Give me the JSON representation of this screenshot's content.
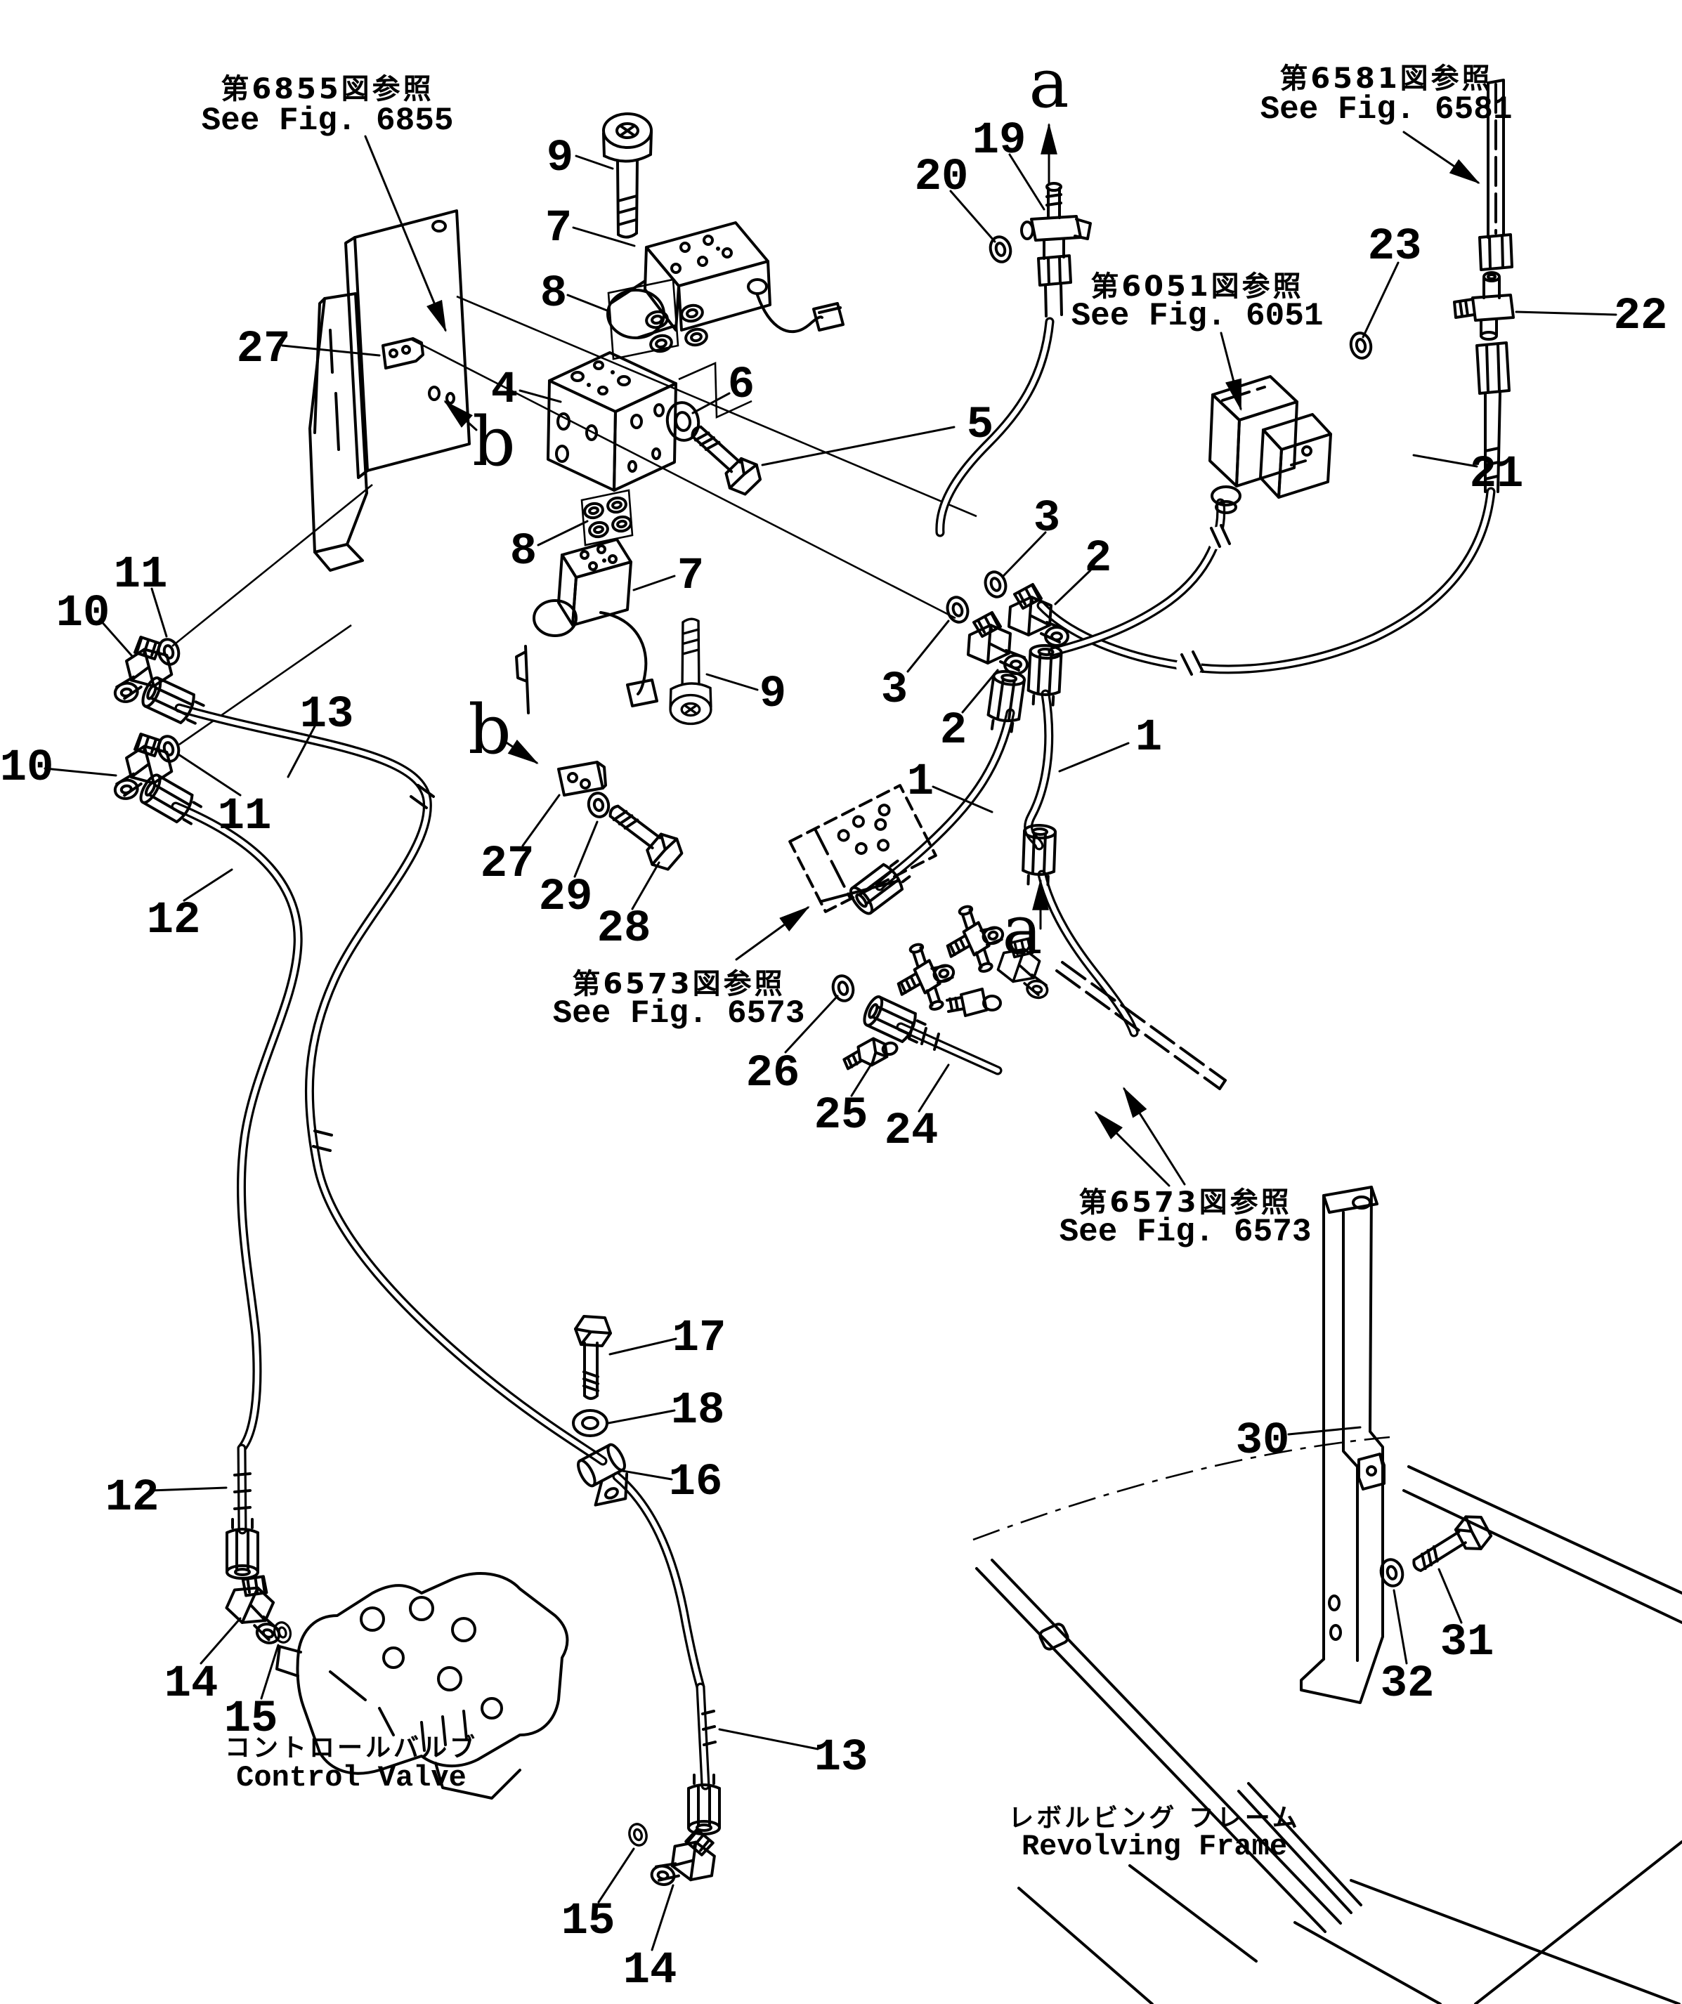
{
  "figure_references": [
    {
      "id": "fig-6855",
      "jp": "第6855図参照",
      "en": "See Fig. 6855"
    },
    {
      "id": "fig-6581",
      "jp": "第6581図参照",
      "en": "See Fig. 6581"
    },
    {
      "id": "fig-6051",
      "jp": "第6051図参照",
      "en": "See Fig. 6051"
    },
    {
      "id": "fig-6573-a",
      "jp": "第6573図参照",
      "en": "See Fig. 6573"
    },
    {
      "id": "fig-6573-b",
      "jp": "第6573図参照",
      "en": "See Fig. 6573"
    }
  ],
  "captions": [
    {
      "id": "control-valve",
      "jp": "コントロールバルブ",
      "en": "Control Valve"
    },
    {
      "id": "revolving-frame",
      "jp": "レボルビング フレーム",
      "en": "Revolving Frame"
    }
  ],
  "labels": [
    {
      "text": "9"
    },
    {
      "text": "7"
    },
    {
      "text": "8"
    },
    {
      "text": "27"
    },
    {
      "text": "4"
    },
    {
      "text": "6"
    },
    {
      "text": "5"
    },
    {
      "text": "20"
    },
    {
      "text": "19"
    },
    {
      "text": "23"
    },
    {
      "text": "22"
    },
    {
      "text": "21"
    },
    {
      "text": "3"
    },
    {
      "text": "2"
    },
    {
      "text": "3"
    },
    {
      "text": "2"
    },
    {
      "text": "1"
    },
    {
      "text": "1"
    },
    {
      "text": "11"
    },
    {
      "text": "10"
    },
    {
      "text": "10"
    },
    {
      "text": "11"
    },
    {
      "text": "13"
    },
    {
      "text": "12"
    },
    {
      "text": "27"
    },
    {
      "text": "29"
    },
    {
      "text": "28"
    },
    {
      "text": "9"
    },
    {
      "text": "7"
    },
    {
      "text": "8"
    },
    {
      "text": "26"
    },
    {
      "text": "25"
    },
    {
      "text": "24"
    },
    {
      "text": "17"
    },
    {
      "text": "18"
    },
    {
      "text": "16"
    },
    {
      "text": "12"
    },
    {
      "text": "14"
    },
    {
      "text": "15"
    },
    {
      "text": "13"
    },
    {
      "text": "15"
    },
    {
      "text": "14"
    },
    {
      "text": "30"
    },
    {
      "text": "31"
    },
    {
      "text": "32"
    }
  ],
  "letter_markers": [
    {
      "text": "a"
    },
    {
      "text": "b"
    },
    {
      "text": "b"
    },
    {
      "text": "a"
    }
  ],
  "colors": {
    "ink": "#000000",
    "paper": "#ffffff"
  }
}
